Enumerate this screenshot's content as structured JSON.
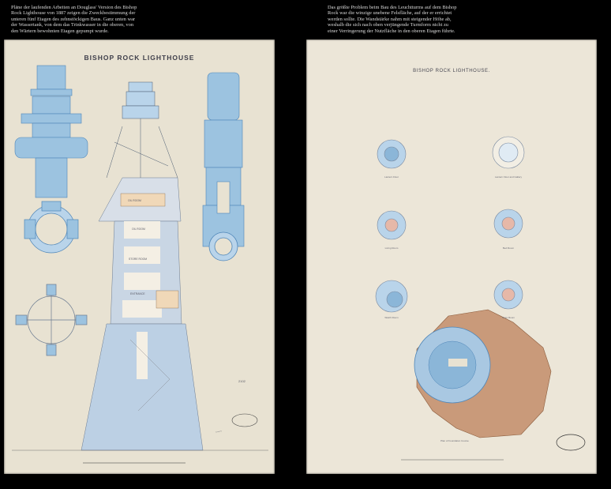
{
  "captions": {
    "left": "Pläne der laufenden Arbeiten an Douglass' Version des Bishop Rock Lighthouse von 1887 zeigen die Zweckbestimmung der unteren fünf Etagen des zehnstöckigen Baus. Ganz unten war der Wassertank, von dem das Trinkwasser in die oberen, von den Wärtern bewohnten Etagen gepumpt wurde.",
    "right": "Das größte Problem beim Bau des Leuchtturms auf dem Bishop Rock war die winzige unebene Felsfläche, auf der er errichtet werden sollte. Die Wandstärke nahm mit steigender Höhe ab, weshalb die sich nach oben verjüngende Turmform nicht zu einer Verringerung der Nutzfläche in den oberen Etagen führte."
  },
  "left_plan": {
    "title": "BISHOP ROCK LIGHTHOUSE",
    "rooms": [
      "OIL ROOM",
      "OIL ROOM",
      "STORE ROOM",
      "ENTRANCE"
    ],
    "stamp": "2102"
  },
  "right_plan": {
    "title": "BISHOP ROCK LIGHTHOUSE.",
    "plan_labels": [
      "Lantern Floor",
      "Lantern Floor and Gallery",
      "Living Room",
      "Bed Room",
      "Watch Room",
      "Store Room"
    ],
    "rock_label": "Plan of Foundation Course"
  },
  "colors": {
    "blue": "#8bb6d8",
    "blue_dark": "#4f86b8",
    "paper": "#e8e2d2",
    "rock": "#b88a6a"
  }
}
